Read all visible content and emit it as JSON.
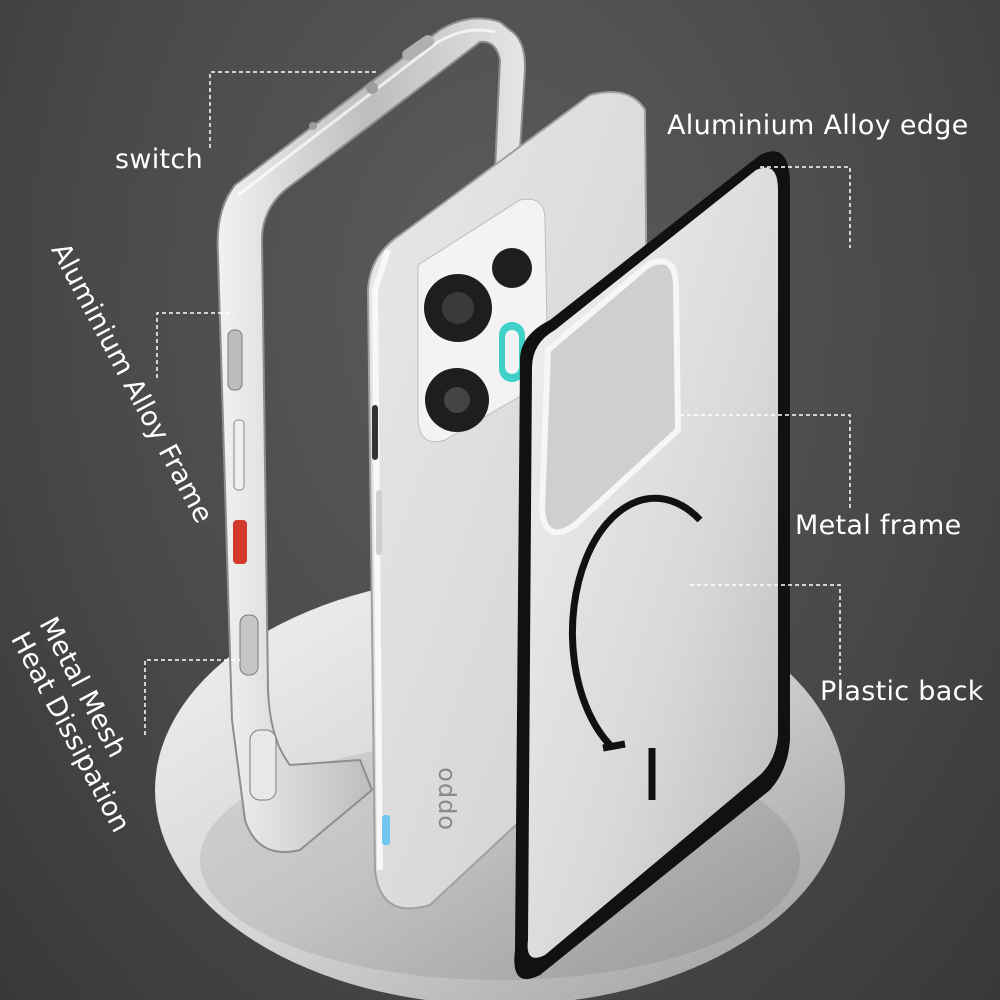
{
  "labels": {
    "switch": "switch",
    "alloy_frame": "Aluminium Alloy Frame",
    "mesh_line1": "Metal Mesh",
    "mesh_line2": "Heat Dissipation",
    "alloy_edge": "Aluminium Alloy edge",
    "metal_frame": "Metal frame",
    "plastic_back": "Plastic back"
  },
  "phone_brand": "oppo",
  "colors": {
    "background": "#4a4a4a",
    "label_text": "#ffffff",
    "frame_silver": "#d9d9d9",
    "button_red": "#d23a2e",
    "camera_ring_teal": "#3fd1c6",
    "pedestal": "#e4e4e4"
  }
}
